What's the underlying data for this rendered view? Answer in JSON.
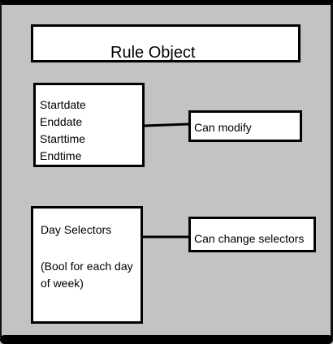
{
  "diagram": {
    "title": "Rule Object",
    "fields": [
      "Startdate",
      "Enddate",
      "Starttime",
      "Endtime"
    ],
    "modify_label": "Can modify",
    "day_selectors_title": "Day Selectors",
    "day_selectors_note": "(Bool for each day of week)",
    "change_selectors_label": "Can change selectors"
  }
}
